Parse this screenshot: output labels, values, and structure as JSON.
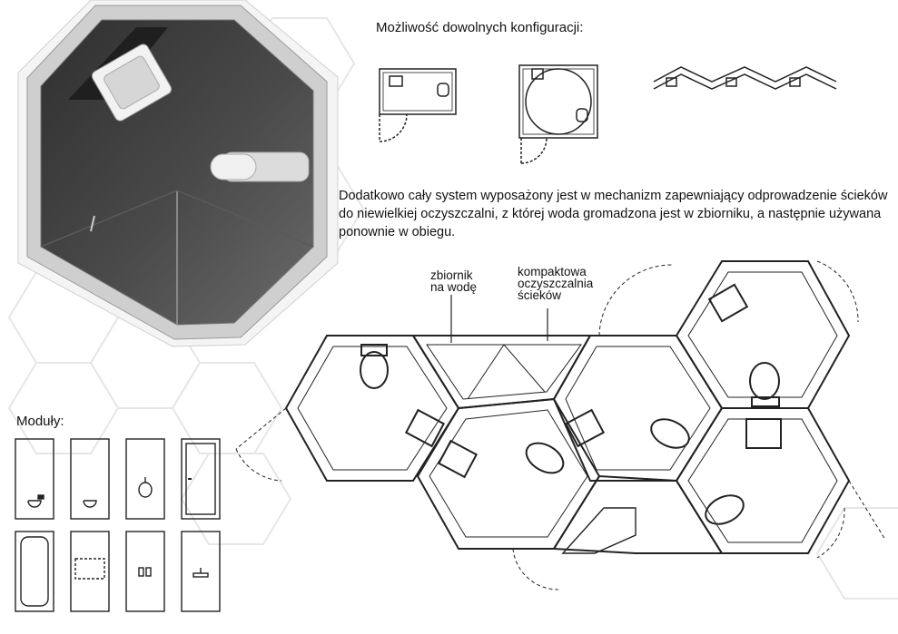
{
  "heading": "Możliwość dowolnych konfiguracji:",
  "description": "Dodatkowo cały system wyposażony jest w mechanizm zapewniający odprowadzenie ścieków do niewielkiej oczyszczalni, z której woda gromadzona jest w zbiorniku, a następnie używana ponownie w obiegu.",
  "modules_label": "Moduły:",
  "labels": {
    "tank": [
      "zbiornik",
      "na wodę"
    ],
    "treatment_plant": [
      "kompaktowa",
      "oczyszczalnia",
      "ścieków"
    ]
  },
  "colors": {
    "render_dark": "#3d3d3d",
    "render_light": "#8a8a8a",
    "line": "#222222",
    "background_pattern": "#e6e6e6"
  },
  "modules": [
    {
      "name": "wc-flush-button"
    },
    {
      "name": "wc"
    },
    {
      "name": "bidet"
    },
    {
      "name": "door"
    },
    {
      "name": "bathtub"
    },
    {
      "name": "sink"
    },
    {
      "name": "switches"
    },
    {
      "name": "wall-sink"
    }
  ]
}
